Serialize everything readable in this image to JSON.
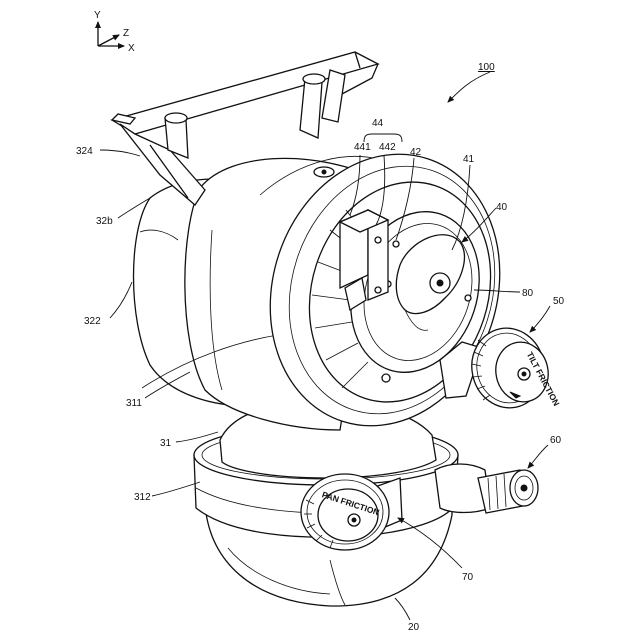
{
  "axes": {
    "y": "Y",
    "z": "Z",
    "x": "X"
  },
  "labels": {
    "l100": "100",
    "l44": "44",
    "l441": "441",
    "l442": "442",
    "l42": "42",
    "l41": "41",
    "l40": "40",
    "l80": "80",
    "l50": "50",
    "l60": "60",
    "l70": "70",
    "l20": "20",
    "l31": "31",
    "l312": "312",
    "l311": "311",
    "l322": "322",
    "l32b": "32b",
    "l324": "324"
  },
  "knobs": {
    "tilt": "TILT FRICTION",
    "pan": "PAN FRICTION"
  }
}
